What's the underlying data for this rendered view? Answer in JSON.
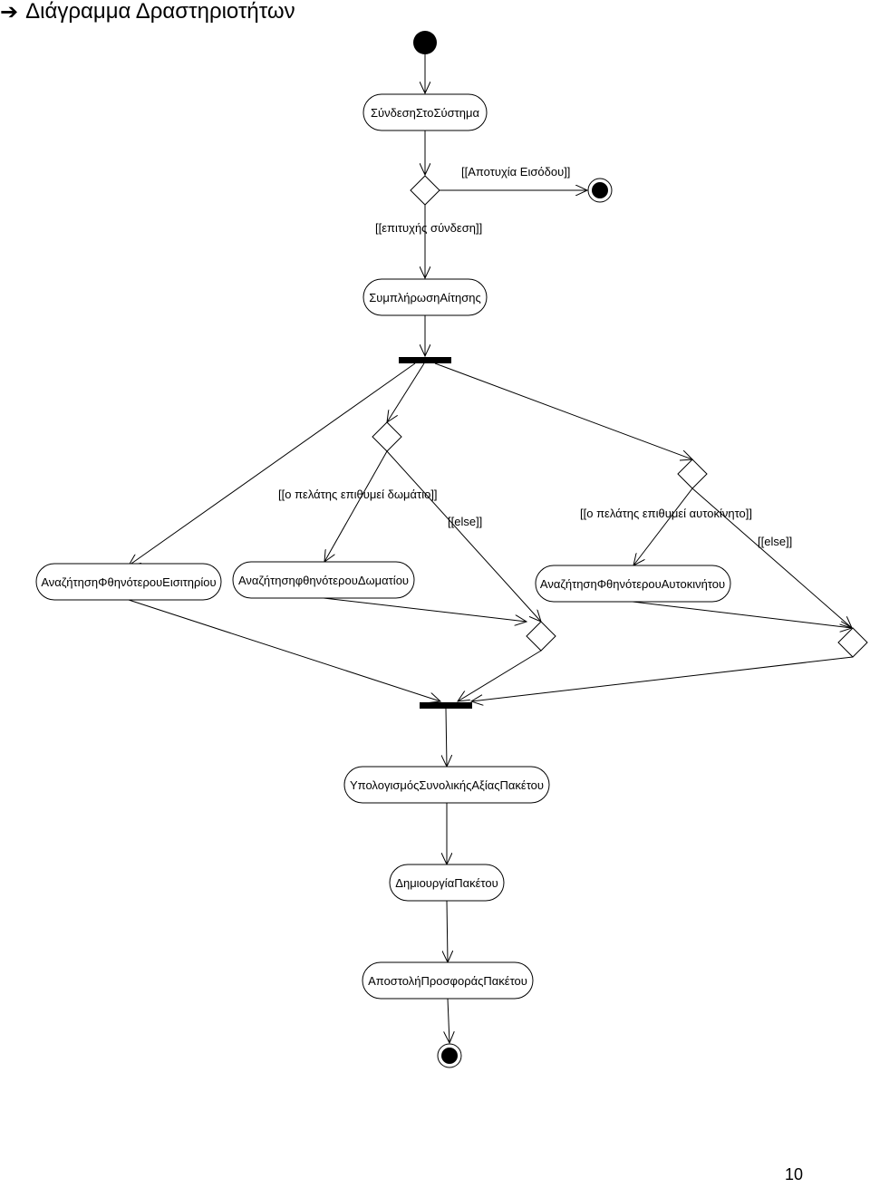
{
  "heading": {
    "arrow": "➔",
    "title": "Διάγραμμα Δραστηριοτήτων"
  },
  "activities": {
    "login": "ΣύνδεσηΣτοΣύστημα",
    "fill_request": "ΣυμπλήρωσηΑίτησης",
    "search_ticket": "ΑναζήτησηΦθηνότερουΕισιτηρίου",
    "search_room": "ΑναζήτησηφθηνότερουΔωματίου",
    "search_car": "ΑναζήτησηΦθηνότερουΑυτοκινήτου",
    "calc_value": "ΥπολογισμόςΣυνολικήςΑξίαςΠακέτου",
    "create_package": "ΔημιουργίαΠακέτου",
    "send_offer": "ΑποστολήΠροσφοράςΠακέτου"
  },
  "guards": {
    "login_fail": "[[Αποτυχία Εισόδου]]",
    "login_success": "[[επιτυχής σύνδεση]]",
    "wants_room": "[[ο πελάτης επιθυμεί δωμάτιο]]",
    "room_else": "[[else]]",
    "wants_car": "[[ο πελάτης επιθυμεί αυτοκίνητο]]",
    "car_else": "[[else]]"
  },
  "page_number": "10"
}
